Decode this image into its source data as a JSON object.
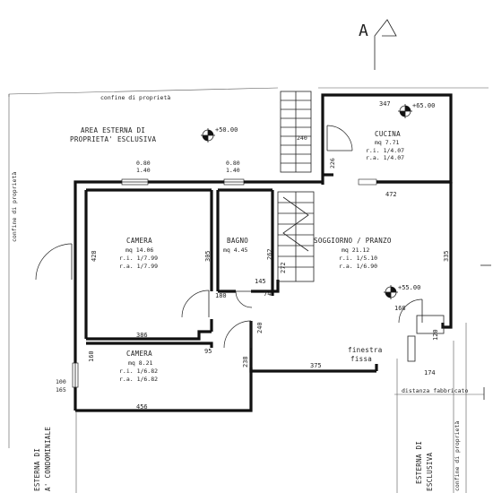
{
  "north_label": "A",
  "labels": {
    "boundary_top": "confine di proprietà",
    "boundary_left": "confine di proprietà",
    "boundary_right": "confine di proprietà",
    "outdoor_line1": "AREA ESTERNA DI",
    "outdoor_line2": "PROPRIETA' ESCLUSIVA",
    "outdoor_right_line1": "ESTERNA DI",
    "outdoor_right_line2": "ESCLUSIVA",
    "outdoor_left_line1": "ESTERNA DI",
    "outdoor_left_line2": "A' CONDOMINIALE",
    "fixed_window_line1": "finestra",
    "fixed_window_line2": "fissa",
    "building_distance": "distanza fabbricato"
  },
  "elevations": {
    "outdoor": "+50.00",
    "kitchen": "+65.00",
    "living": "+55.00"
  },
  "rooms": {
    "kitchen": {
      "name": "CUCINA",
      "mq": "mq 7.71",
      "ri": "r.i. 1/4.07",
      "ra": "r.a. 1/4.07"
    },
    "bedroom1": {
      "name": "CAMERA",
      "mq": "mq 14.06",
      "ri": "r.i. 1/7.99",
      "ra": "r.a. 1/7.99"
    },
    "bath": {
      "name": "BAGNO",
      "mq": "mq 4.45"
    },
    "living": {
      "name": "SOGGIORNO / PRANZO",
      "mq": "mq 21.12",
      "ri": "r.i. 1/5.10",
      "ra": "r.a. 1/6.90"
    },
    "bedroom2": {
      "name": "CAMERA",
      "mq": "mq 8.21",
      "ri": "r.i. 1/6.82",
      "ra": "r.a. 1/6.82"
    }
  },
  "dimensions": {
    "d347": "347",
    "d240": "240",
    "d226": "226",
    "d472": "472",
    "d428": "428",
    "d386": "386",
    "d305": "305",
    "d262": "262",
    "d272": "272",
    "d180": "180",
    "d145": "145",
    "d74": "74",
    "d240b": "240",
    "d375": "375",
    "d168": "168",
    "d335": "335",
    "d456": "456",
    "d174": "174",
    "d120": "120",
    "d100": "100",
    "d165": "165",
    "d95": "95",
    "d238": "238",
    "d160": "160",
    "w1": "0.80",
    "w1b": "1.40",
    "w2": "0.80",
    "w2b": "1.40"
  }
}
